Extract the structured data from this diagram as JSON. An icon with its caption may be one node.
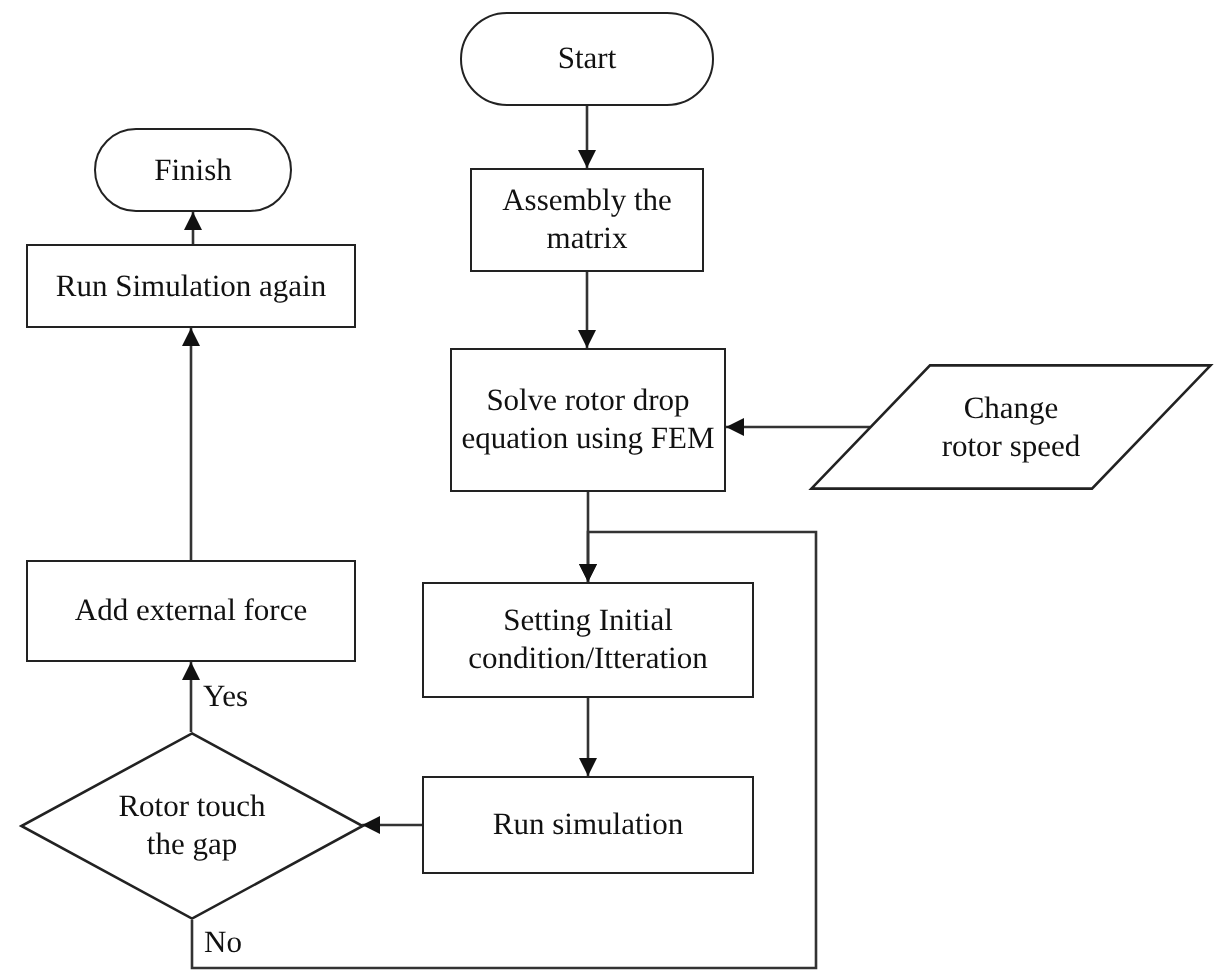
{
  "diagram": {
    "nodes": [
      {
        "text": [
          "Start"
        ]
      },
      {
        "text": [
          "Assembly the matrix"
        ]
      },
      {
        "text": [
          "Solve rotor drop equation using FEM"
        ]
      },
      {
        "text": [
          "Change rotor speed"
        ]
      },
      {
        "text": [
          "Setting Initial condition/Itteration"
        ]
      },
      {
        "text": [
          "Run simulation"
        ]
      },
      {
        "text": [
          "Rotor touch the gap"
        ]
      },
      {
        "text": [
          "Add external force"
        ]
      },
      {
        "text": [
          "Run Simulation again"
        ]
      },
      {
        "text": [
          "Finish"
        ]
      }
    ],
    "edges": [
      {
        "from": 0,
        "to": 1,
        "arrow": "to"
      },
      {
        "from": 1,
        "to": 2,
        "arrow": "to"
      },
      {
        "from": 3,
        "to": 2,
        "arrow": "to"
      },
      {
        "from": 2,
        "to": 4,
        "arrow": "to"
      },
      {
        "from": 4,
        "to": 5,
        "arrow": "to"
      },
      {
        "from": 5,
        "to": 6,
        "arrow": "to"
      },
      {
        "from": 6,
        "to": 7,
        "arrow": "to",
        "label": "Yes"
      },
      {
        "from": 7,
        "to": 8,
        "arrow": "to"
      },
      {
        "from": 8,
        "to": 9,
        "arrow": "to"
      },
      {
        "from": 6,
        "to": 4,
        "arrow": "to",
        "label": "No"
      }
    ]
  }
}
